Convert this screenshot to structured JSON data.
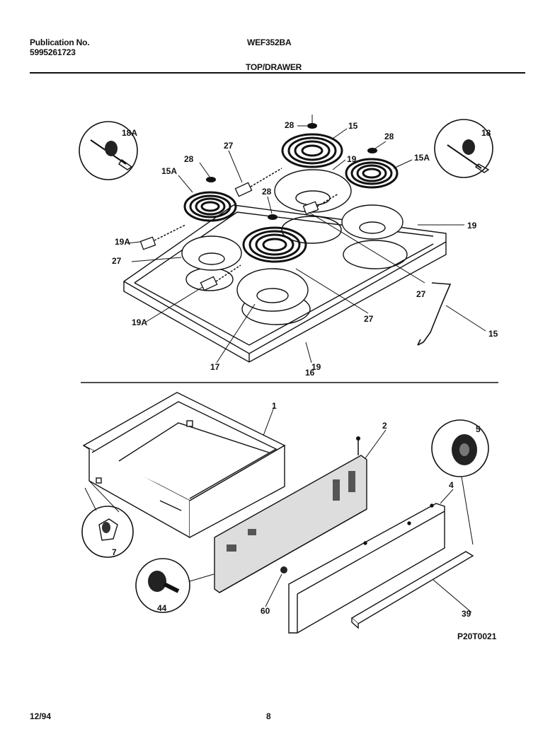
{
  "header": {
    "publication_label": "Publication No.",
    "publication_number": "5995261723",
    "model": "WEF352BA",
    "section_title": "TOP/DRAWER"
  },
  "footer": {
    "date": "12/94",
    "page_number": "8"
  },
  "diagram": {
    "code": "P20T0021",
    "top_callouts": [
      "28",
      "15",
      "28",
      "19",
      "15A",
      "18A",
      "18",
      "28",
      "27",
      "15A",
      "28",
      "19",
      "19A",
      "27",
      "19A",
      "27",
      "27",
      "15",
      "17",
      "19",
      "16"
    ],
    "drawer_callouts": [
      "1",
      "2",
      "5",
      "4",
      "7",
      "44",
      "60",
      "39"
    ]
  }
}
